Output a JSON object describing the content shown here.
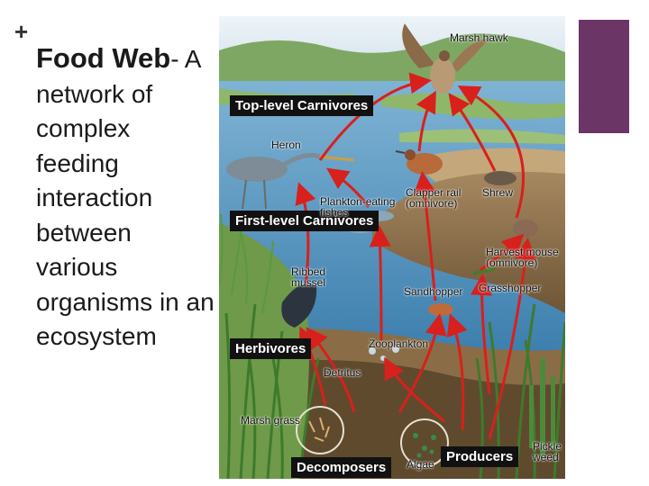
{
  "slide": {
    "heading": "Food Web",
    "rest": "- A network of complex feeding interaction between various organisms in an ecosystem"
  },
  "colors": {
    "accent": "#6b3566",
    "arrow": "#d8201c",
    "label_bg": "#111111"
  },
  "trophic_levels": {
    "top": "Top-level Carnivores",
    "first": "First-level Carnivores",
    "herbivores": "Herbivores",
    "producers": "Producers",
    "decomposers": "Decomposers"
  },
  "organisms": {
    "marsh_hawk": "Marsh hawk",
    "heron": "Heron",
    "clapper_rail": "Clapper rail (omnivore)",
    "shrew": "Shrew",
    "plankton_fishes": "Plankton-eating fishes",
    "harvest_mouse": "Harvest mouse (omnivore)",
    "ribbed_mussel": "Ribbed mussel",
    "sandhopper": "Sandhopper",
    "grasshopper": "Grasshopper",
    "zooplankton": "Zooplankton",
    "detritus": "Detritus",
    "marsh_grass": "Marsh grass",
    "algae": "Algae",
    "pickle_weed": "Pickle weed"
  }
}
